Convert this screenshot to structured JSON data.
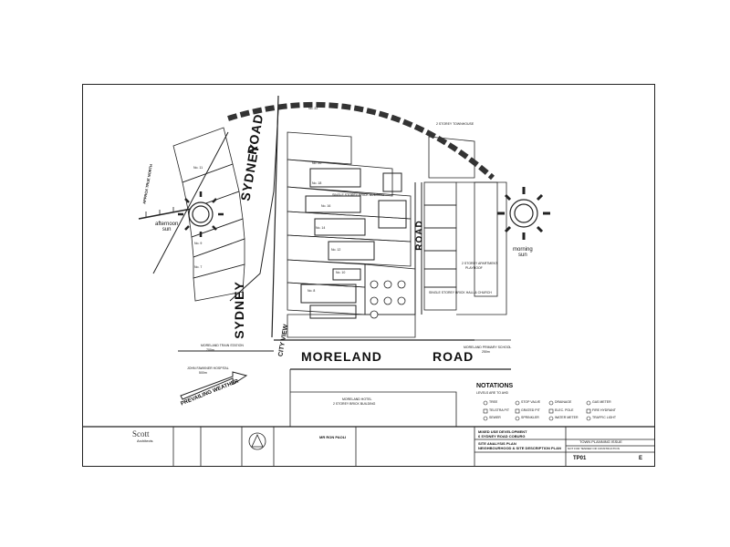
{
  "roads": {
    "sydney_upper": "SYDNEY",
    "sydney_road_upper": "ROAD",
    "sydney_lower": "SYDNEY",
    "moreland": "MORELAND",
    "moreland_road": "ROAD",
    "road_right": "ROAD",
    "city_view": "CITY VIEW"
  },
  "labels": {
    "afternoon_sun": "afternoon\nsun",
    "morning_sun": "morning\nsun",
    "true_north": "APPROX TRUE NORTH",
    "prevailing_weather": "PREVAILING WEATHER",
    "moreland_train_station": "MORELAND TRAIN STATION",
    "train_station_dist": "700m",
    "john_fawkner_hospital": "JOHN FAWKNER HOSPITAL",
    "hospital_dist": "500m",
    "moreland_primary_school": "MORELAND PRIMARY SCHOOL",
    "school_dist": "250m",
    "moreland_hotel": "MORELAND HOTEL",
    "hotel_desc": "2 STOREY BRICK BUILDING",
    "single_storey": "SINGLE STOREY BRICK BUILDING",
    "two_storey_townhouse": "2 STOREY TOWNHOUSE",
    "apartment": "2 STOREY APARTMENT",
    "playroof": "PLAYROOF",
    "hall_church": "SINGLE STOREY BRICK HALL & CHURCH",
    "no_7": "No. 7",
    "no_8": "No. 8",
    "no_9": "No. 9",
    "no_10": "No. 10",
    "no_11": "No. 11",
    "no_12": "No. 12",
    "no_14": "No. 14",
    "no_16": "No. 16",
    "no_18": "No. 18",
    "no_20": "No. 20",
    "no_22": "No. 22"
  },
  "notations": {
    "title": "NOTATIONS",
    "levels": "LEVELS ARE TO AHD",
    "items": [
      "TREE",
      "TELSTRA PIT",
      "SEWER",
      "STOP VALVE",
      "GRATED PIT",
      "SPRINKLER",
      "DRAINAGE",
      "ELEC. POLE",
      "WATER METER",
      "GAS METER",
      "FIRE HYDRANT",
      "TRAFFIC LIGHT"
    ]
  },
  "title_block": {
    "firm": "Scott",
    "firm_sub": "Architects",
    "client": "MR RON PAOLI",
    "project_title": "MIXED USE DEVELOPMENT",
    "project_address": "6 SYDNEY ROAD COBURG",
    "drawing_title_1": "SITE ANALYSIS PLAN",
    "drawing_title_2": "NEIGHBOURHOOD & SITE DESCRIPTION PLAN",
    "stage": "TOWN PLANNING ISSUE",
    "stage_note": "NOT FOR TENDER OR CONSTRUCTION",
    "drawing_no": "TP01",
    "revision": "E"
  }
}
